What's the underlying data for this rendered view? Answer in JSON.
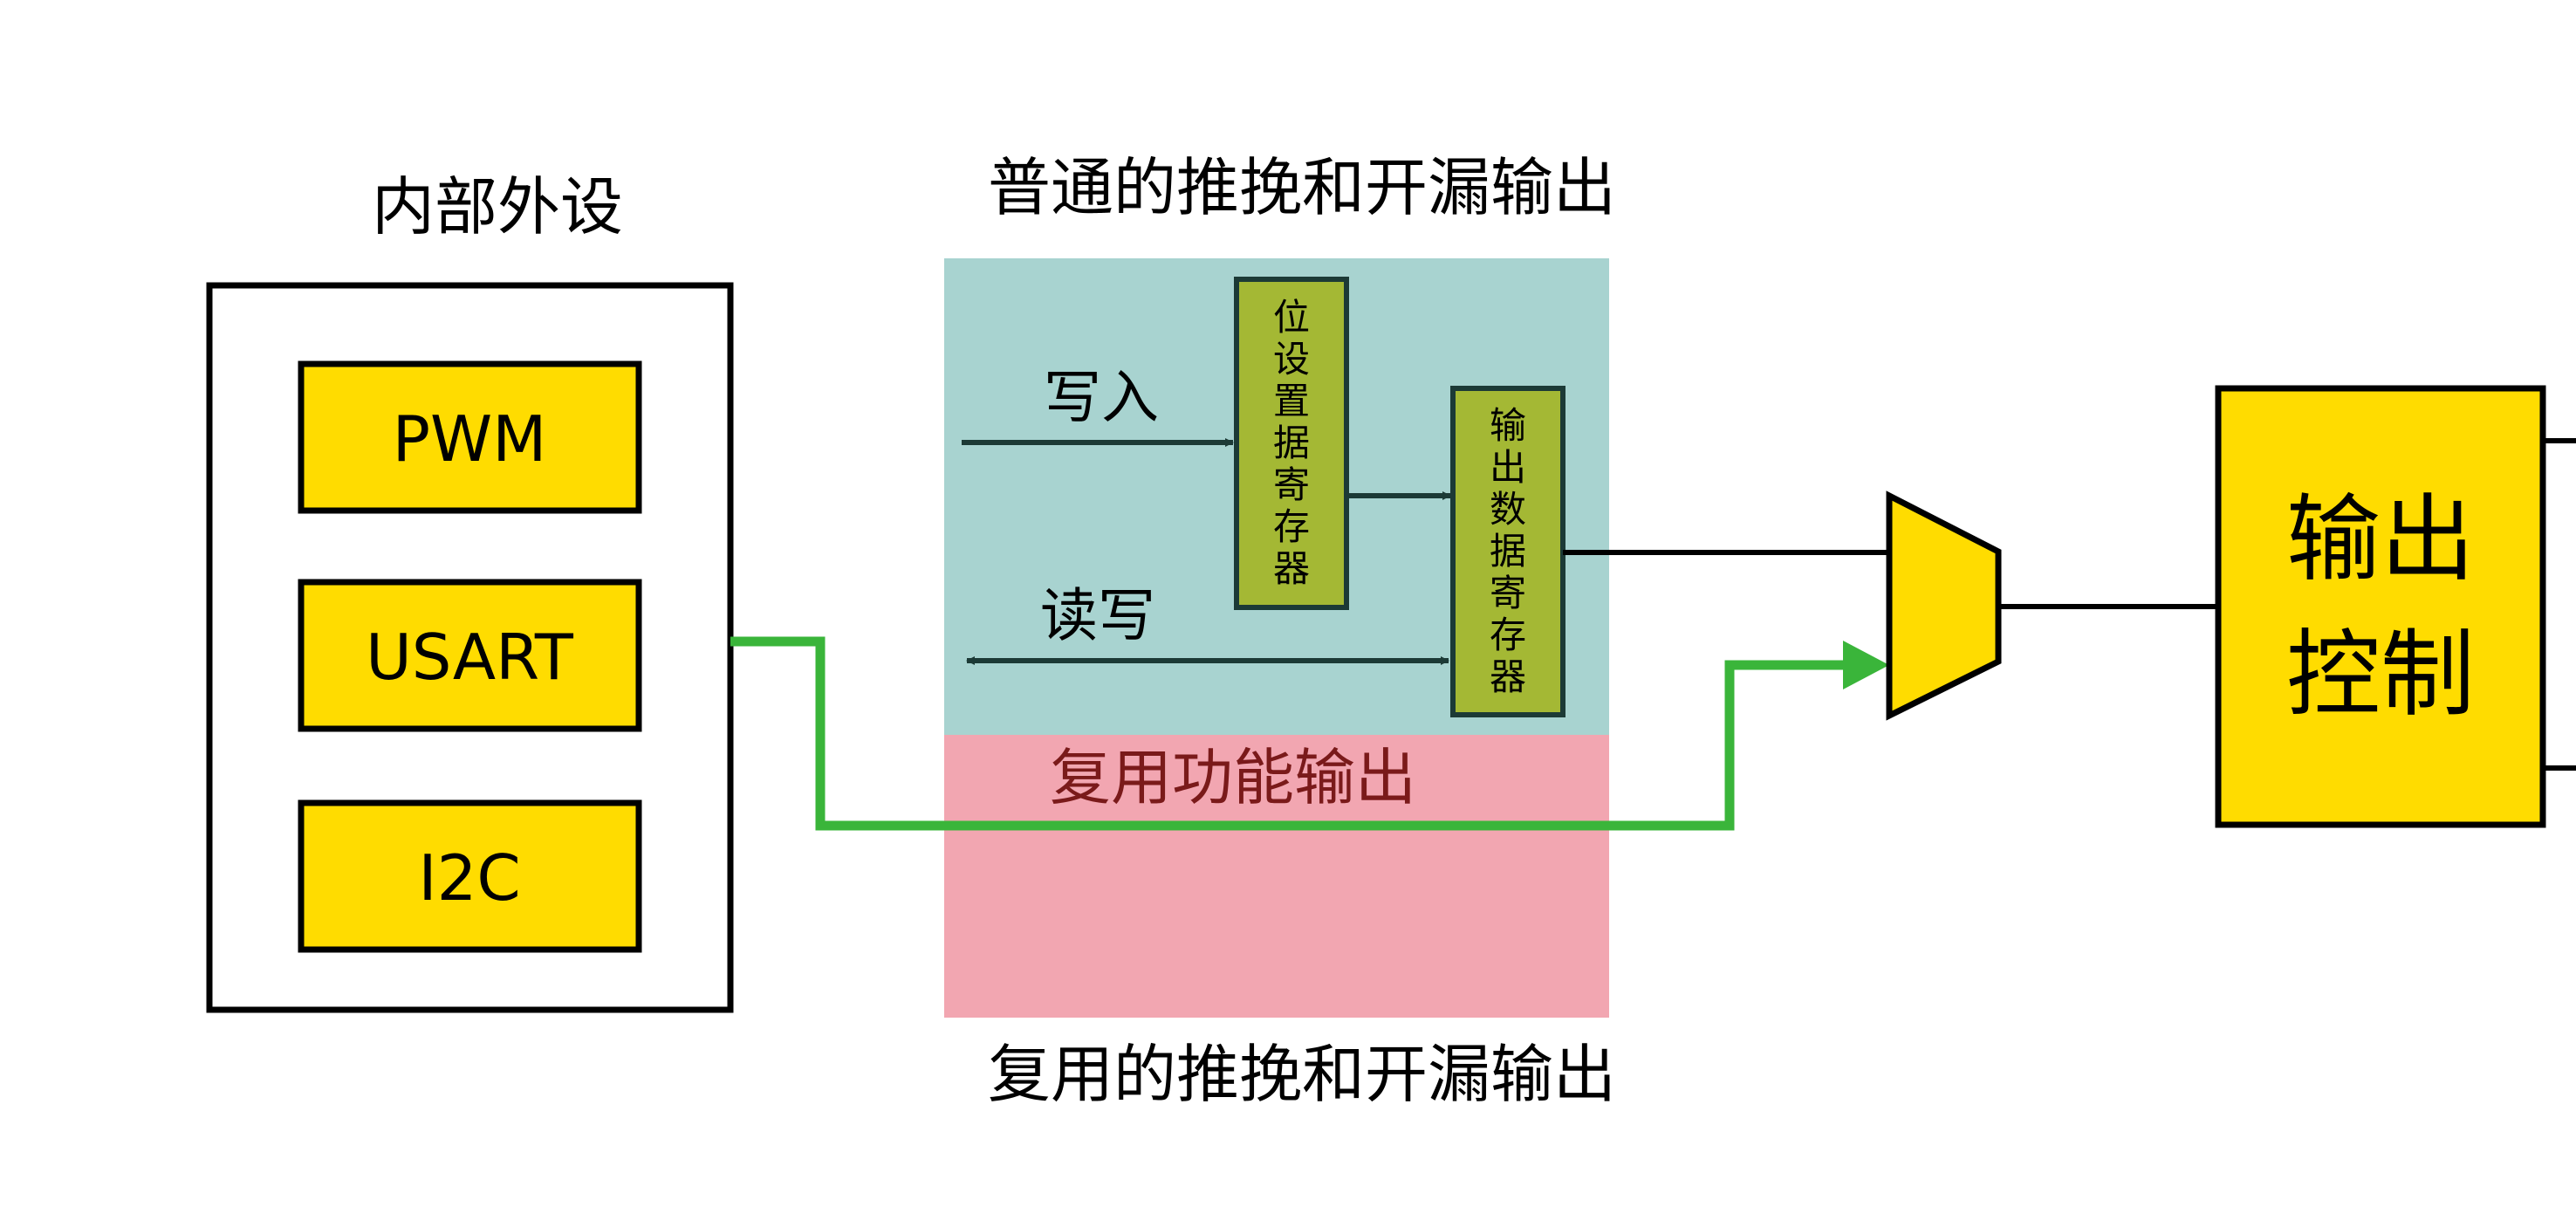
{
  "peripherals": {
    "title": "内部外设",
    "items": [
      "PWM",
      "USART",
      "I2C"
    ]
  },
  "normal_output": {
    "title": "普通的推挽和开漏输出",
    "write_label": "写入",
    "read_write_label": "读写",
    "bit_set_register": [
      "位",
      "设",
      "置",
      "据",
      "寄",
      "存",
      "器"
    ],
    "output_data_register": [
      "输",
      "出",
      "数",
      "据",
      "寄",
      "存",
      "器"
    ]
  },
  "alternate_output": {
    "function_label": "复用功能输出",
    "title": "复用的推挽和开漏输出"
  },
  "output_control": {
    "lines": [
      "输出",
      "控制"
    ]
  },
  "colors": {
    "peripheral_block": "#ffdc00",
    "register_block": "#a4b834",
    "normal_region": "#a8d3d0",
    "alternate_region": "#f2a6b1",
    "alternate_signal": "#3ab53a",
    "arrow_dark": "#1c3a36",
    "alternate_label": "#7a1a1a"
  },
  "icons": {
    "multiplexer": "mux-trapezoid-icon"
  }
}
